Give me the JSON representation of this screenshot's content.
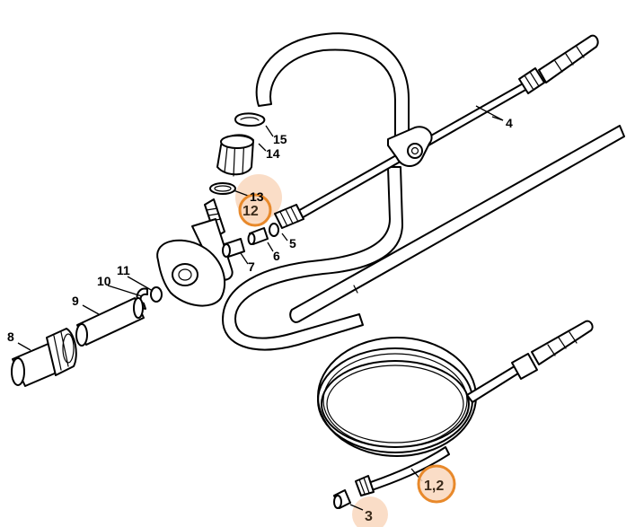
{
  "parts": [
    {
      "id": "p1",
      "label": "1,2"
    },
    {
      "id": "p3",
      "label": "3"
    },
    {
      "id": "p4",
      "label": "4"
    },
    {
      "id": "p5",
      "label": "5"
    },
    {
      "id": "p6",
      "label": "6"
    },
    {
      "id": "p7",
      "label": "7"
    },
    {
      "id": "p8",
      "label": "8"
    },
    {
      "id": "p9",
      "label": "9"
    },
    {
      "id": "p10",
      "label": "10"
    },
    {
      "id": "p11",
      "label": "11"
    },
    {
      "id": "p12",
      "label": "12"
    },
    {
      "id": "p13",
      "label": "13"
    },
    {
      "id": "p14",
      "label": "14"
    },
    {
      "id": "p15",
      "label": "15"
    }
  ],
  "colors": {
    "highlight_ring": "#e8892b",
    "highlight_fill": "#f9d7bd",
    "highlight_text": "#3a2a1a",
    "line": "#000000",
    "background": "#ffffff"
  }
}
